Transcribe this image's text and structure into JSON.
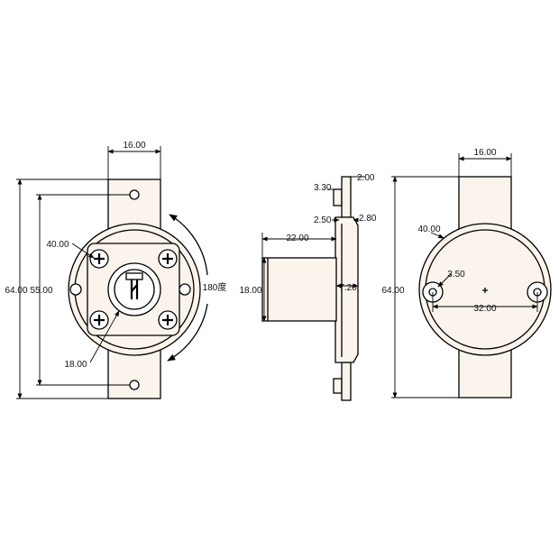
{
  "front_view": {
    "dims": {
      "top_width": "16.00",
      "body_diameter": "40.00",
      "height_outer": "64.00",
      "height_inner": "55.00",
      "rotation": "180度",
      "key_diameter": "18.00"
    }
  },
  "side_view": {
    "dims": {
      "top_step_a": "3.30",
      "top_step_b": "2.00",
      "flange_a": "2.50",
      "flange_b": "2.80",
      "cylinder_length": "22.00",
      "cylinder_diameter": "18.00",
      "body_depth": "7.20"
    }
  },
  "back_view": {
    "dims": {
      "top_width": "16.00",
      "body_diameter": "40.00",
      "height": "64.00",
      "hole_diameter": "3.50",
      "hole_spacing": "32.00"
    }
  }
}
